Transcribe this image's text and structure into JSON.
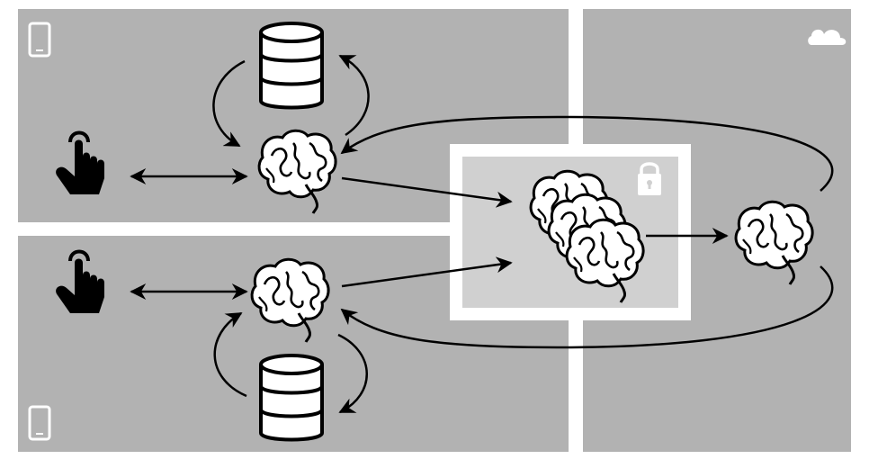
{
  "diagram": {
    "description_visible_text": [],
    "colors": {
      "panel": "#b2b2b2",
      "secure_zone_border": "#ffffff",
      "secure_zone_fill": "#d0d0d0",
      "ink": "#000000",
      "icon_light": "#ffffff"
    },
    "regions": [
      {
        "id": "device-top",
        "icon": "smartphone-icon"
      },
      {
        "id": "device-bottom",
        "icon": "smartphone-icon"
      },
      {
        "id": "cloud",
        "icon": "cloud-icon"
      },
      {
        "id": "secure-aggregation",
        "icon": "lock-icon"
      }
    ],
    "nodes": [
      {
        "id": "user-top",
        "icon": "tap-hand-icon"
      },
      {
        "id": "user-bottom",
        "icon": "tap-hand-icon"
      },
      {
        "id": "database-top",
        "icon": "database-icon"
      },
      {
        "id": "database-bottom",
        "icon": "database-icon"
      },
      {
        "id": "local-model-top",
        "icon": "brain-icon"
      },
      {
        "id": "local-model-bottom",
        "icon": "brain-icon"
      },
      {
        "id": "aggregated-models",
        "icon": "brain-stack-icon"
      },
      {
        "id": "global-model",
        "icon": "brain-icon"
      }
    ],
    "edges": [
      {
        "from": "user-top",
        "to": "local-model-top",
        "style": "bidirectional"
      },
      {
        "from": "user-bottom",
        "to": "local-model-bottom",
        "style": "bidirectional"
      },
      {
        "from": "local-model-top",
        "to": "database-top",
        "style": "cycle"
      },
      {
        "from": "local-model-bottom",
        "to": "database-bottom",
        "style": "cycle"
      },
      {
        "from": "local-model-top",
        "to": "aggregated-models",
        "style": "directed"
      },
      {
        "from": "local-model-bottom",
        "to": "aggregated-models",
        "style": "directed"
      },
      {
        "from": "aggregated-models",
        "to": "global-model",
        "style": "directed"
      },
      {
        "from": "global-model",
        "to": "local-model-top",
        "style": "directed"
      },
      {
        "from": "global-model",
        "to": "local-model-bottom",
        "style": "directed"
      }
    ]
  }
}
